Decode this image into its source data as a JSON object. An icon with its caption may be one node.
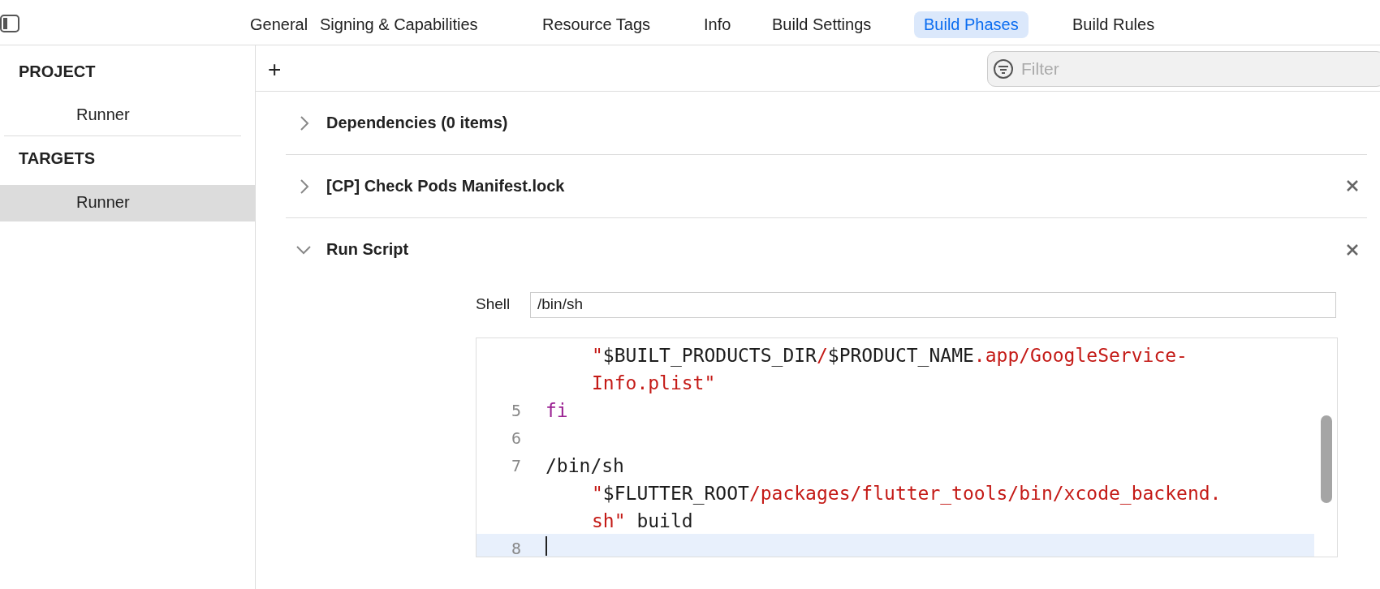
{
  "diagram": {
    "labels": [
      "General",
      "Signing & Capabilities",
      "Resource Tags",
      "Info",
      "Build Settings",
      "Build Phases",
      "Build Rules",
      "PROJECT",
      "Runner",
      "TARGETS",
      "Runner",
      "+",
      "Filter",
      "Dependencies (0 items)",
      "[CP] Check Pods Manifest.lock",
      "Run Script",
      "Shell",
      "/bin/sh",
      "\"$BUILT_PRODUCTS_DIR/$PRODUCT_NAME.app/GoogleService-Info.plist\"",
      "5",
      "fi",
      "6",
      "7",
      "/bin/sh \"$FLUTTER_ROOT/packages/flutter_tools/bin/xcode_backend.sh\" build",
      "8"
    ]
  }
}
